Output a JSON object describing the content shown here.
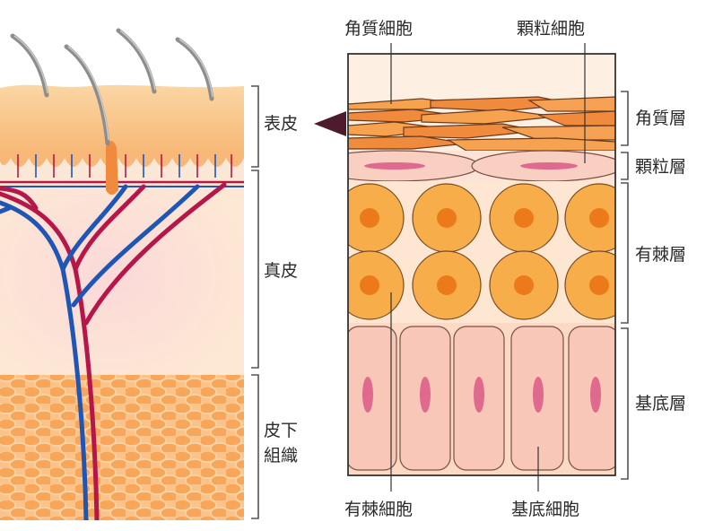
{
  "left_diagram": {
    "labels": {
      "epidermis": "表皮",
      "dermis": "真皮",
      "subcutaneous_line1": "皮下",
      "subcutaneous_line2": "組織"
    }
  },
  "right_diagram": {
    "top_callouts": {
      "corneocyte": "角質細胞",
      "granular_cell": "顆粒細胞"
    },
    "bottom_callouts": {
      "spinous_cell": "有棘細胞",
      "basal_cell": "基底細胞"
    },
    "layer_labels": {
      "stratum_corneum": "角質層",
      "stratum_granulosum": "顆粒層",
      "stratum_spinosum": "有棘層",
      "stratum_basale": "基底層"
    }
  },
  "colors": {
    "epidermis": "#f9c48c",
    "dermis": "#fde6d2",
    "fat": "#f7a65a",
    "artery": "#b5174a",
    "vein": "#1f56b6",
    "hair": "#8d8d8d",
    "spinous_cell": "#f6ad4a",
    "spinous_nucleus": "#ec7a1a",
    "basal_cell": "#f9c7b7",
    "basal_nucleus": "#e06a8e",
    "outline": "#4a3a30",
    "pointer": "#4d1a2e"
  }
}
